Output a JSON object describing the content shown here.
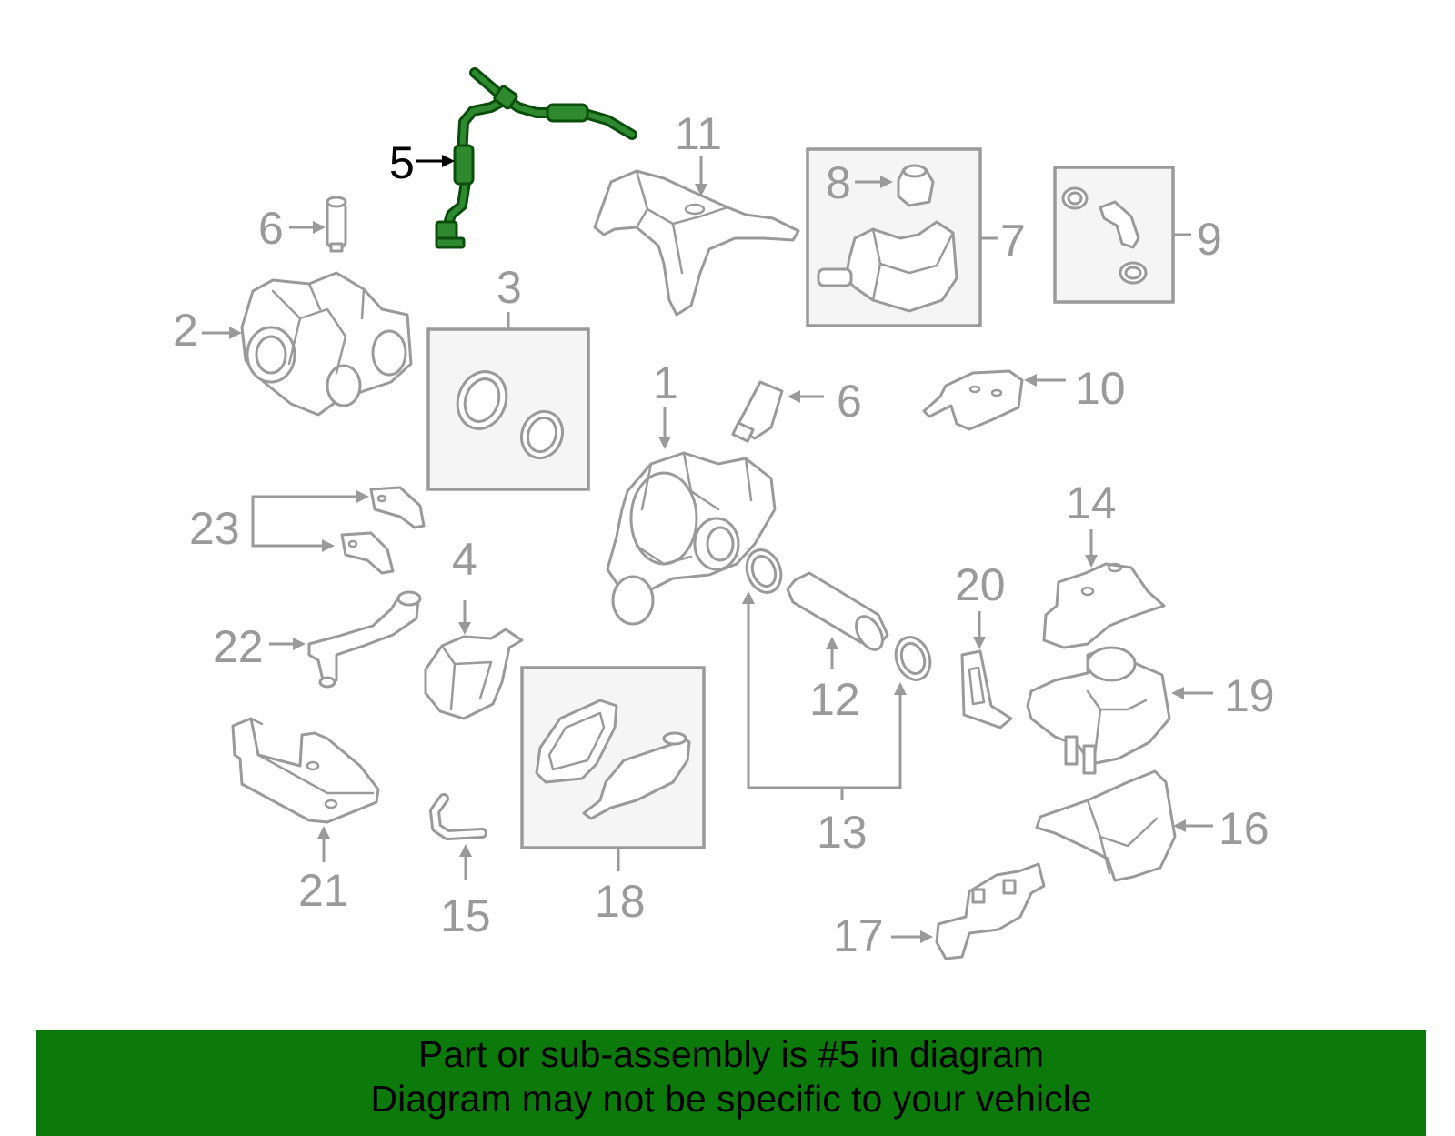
{
  "diagram": {
    "highlight_color": "#0b7a0b",
    "part_color": "#9a9a9a",
    "callouts": {
      "c1": "1",
      "c2": "2",
      "c3": "3",
      "c4": "4",
      "c5": "5",
      "c6a": "6",
      "c6b": "6",
      "c7": "7",
      "c8": "8",
      "c9": "9",
      "c10": "10",
      "c11": "11",
      "c12": "12",
      "c13": "13",
      "c14": "14",
      "c15": "15",
      "c16": "16",
      "c17": "17",
      "c18": "18",
      "c19": "19",
      "c20": "20",
      "c21": "21",
      "c22": "22",
      "c23": "23"
    }
  },
  "banner": {
    "line1": "Part or sub-assembly is #5 in diagram",
    "line2": "Diagram may not be specific to your vehicle",
    "background": "#0b7a0b"
  }
}
